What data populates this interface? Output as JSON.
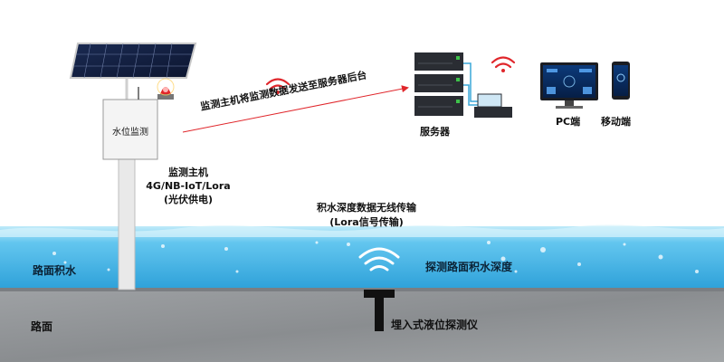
{
  "monitor_box_label": "水位监测",
  "monitor_host": {
    "line1": "监测主机",
    "line2": "4G/NB-IoT/Lora",
    "line3": "(光伏供电)"
  },
  "uplink_label": "监测主机将监测数据发送至服务器后台",
  "server_label": "服务器",
  "pc_label": "PC端",
  "mobile_label": "移动端",
  "wireless": {
    "line1": "积水深度数据无线传输",
    "line2": "(Lora信号传输)"
  },
  "road_water_label": "路面积水",
  "detect_label": "探测路面积水深度",
  "road_label": "路面",
  "sensor_label": "埋入式液位探测仪",
  "colors": {
    "signal_red": "#e0262b",
    "water": "#3fb3e6",
    "ground": "#8f9296",
    "server_dark": "#2a2d33",
    "server_green": "#3ec24a"
  }
}
